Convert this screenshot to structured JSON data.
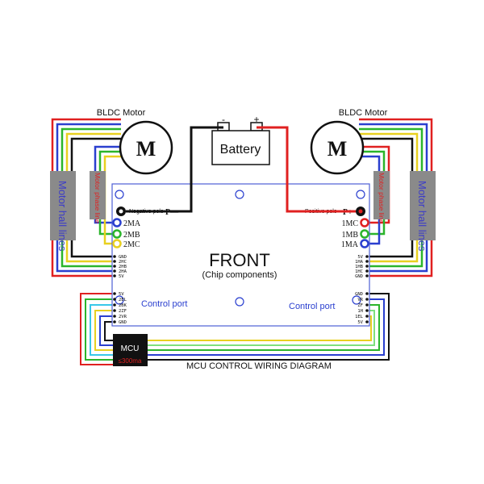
{
  "motor_left": {
    "label": "BLDC Motor",
    "symbol": "M"
  },
  "motor_right": {
    "label": "BLDC Motor",
    "symbol": "M"
  },
  "battery": {
    "label": "Battery",
    "minus": "-",
    "plus": "+"
  },
  "board": {
    "title": "FRONT",
    "subtitle": "(Chip components)",
    "negative_pole": "Negative pole",
    "negative_mark": "P—",
    "positive_pole": "Positive pole",
    "positive_mark": "P+",
    "left_phase_pins": [
      "2MA",
      "2MB",
      "2MC"
    ],
    "right_phase_pins": [
      "1MC",
      "1MB",
      "1MA"
    ],
    "left_hall_pins": [
      "GND",
      "2HC",
      "2HB",
      "2HA",
      "5V"
    ],
    "right_hall_pins": [
      "5V",
      "1HA",
      "1HB",
      "1HC",
      "GND"
    ],
    "left_control_pins": [
      "5V",
      "2EL",
      "2BK",
      "2ZF",
      "2VR",
      "GND"
    ],
    "right_control_pins": [
      "GND",
      "VR",
      "ZF",
      "1H",
      "1EL",
      "5V"
    ],
    "control_port_left": "Control port",
    "control_port_right": "Control port"
  },
  "left_hall_label": "Motor hall lines",
  "right_hall_label": "Motor hall lines",
  "left_phase_label": "Motor phase line",
  "right_phase_label": "Motor phase line",
  "mcu": {
    "label": "MCU",
    "current": "≤300ma"
  },
  "diagram_title": "MCU CONTROL WIRING DIAGRAM",
  "colors": {
    "red": "#e02020",
    "blue": "#2a3fcf",
    "green": "#2bb52b",
    "lightgreen": "#7ee07e",
    "yellow": "#e8d020",
    "cyan": "#38c8e8",
    "black": "#111111",
    "board": "#4d5fd6"
  }
}
